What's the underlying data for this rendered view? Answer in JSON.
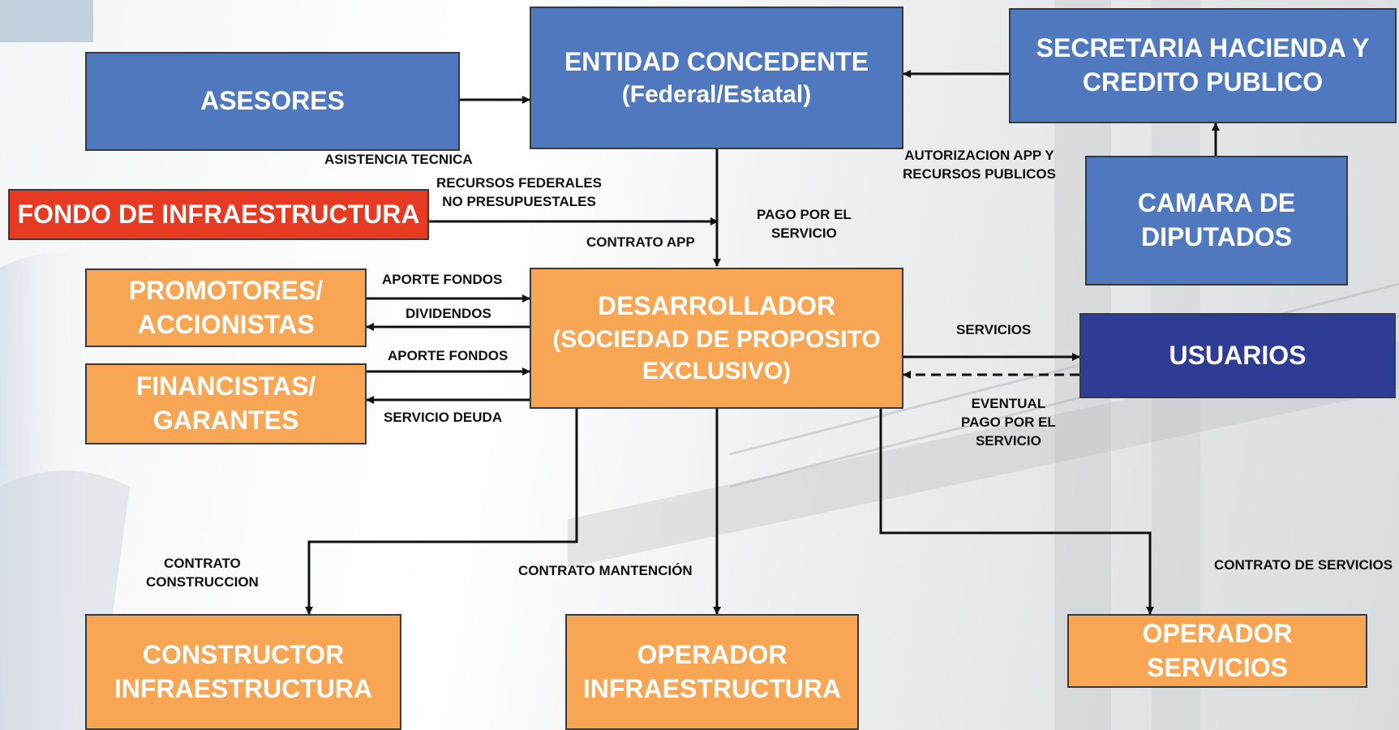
{
  "nodes": {
    "asesores": "ASESORES",
    "entidad_title": "ENTIDAD CONCEDENTE",
    "entidad_sub": "(Federal/Estatal)",
    "secretaria_l1": "SECRETARIA HACIENDA Y",
    "secretaria_l2": "CREDITO PUBLICO",
    "camara_l1": "CAMARA DE",
    "camara_l2": "DIPUTADOS",
    "fondo": "FONDO DE INFRAESTRUCTURA",
    "promotores_l1": "PROMOTORES/",
    "promotores_l2": "ACCIONISTAS",
    "financistas_l1": "FINANCISTAS/",
    "financistas_l2": "GARANTES",
    "desarrollador_l1": "DESARROLLADOR",
    "desarrollador_l2": "(SOCIEDAD DE PROPOSITO",
    "desarrollador_l3": "EXCLUSIVO)",
    "usuarios": "USUARIOS",
    "constructor_l1": "CONSTRUCTOR",
    "constructor_l2": "INFRAESTRUCTURA",
    "operador_infra_l1": "OPERADOR",
    "operador_infra_l2": "INFRAESTRUCTURA",
    "operador_servicios": "OPERADOR SERVICIOS"
  },
  "labels": {
    "asistencia_tecnica": "ASISTENCIA TECNICA",
    "recursos_l1": "RECURSOS FEDERALES",
    "recursos_l2": "NO PRESUPUESTALES",
    "autorizacion_l1": "AUTORIZACION APP Y",
    "autorizacion_l2": "RECURSOS PUBLICOS",
    "pago_l1": "PAGO POR EL",
    "pago_l2": "SERVICIO",
    "contrato_app": "CONTRATO APP",
    "aporte_fondos_1": "APORTE FONDOS",
    "dividendos": "DIVIDENDOS",
    "aporte_fondos_2": "APORTE FONDOS",
    "servicio_deuda": "SERVICIO DEUDA",
    "servicios": "SERVICIOS",
    "eventual_l1": "EVENTUAL",
    "eventual_l2": "PAGO POR EL",
    "eventual_l3": "SERVICIO",
    "contrato_construccion_l1": "CONTRATO",
    "contrato_construccion_l2": "CONSTRUCCION",
    "contrato_mantencion": "CONTRATO MANTENCIÓN",
    "contrato_servicios": "CONTRATO DE SERVICIOS"
  },
  "colors": {
    "blue_box": "#4f78bf",
    "dark_blue_box": "#2e3c95",
    "orange_box": "#f8a654",
    "red_box": "#e63a23",
    "arrow": "#111111"
  }
}
